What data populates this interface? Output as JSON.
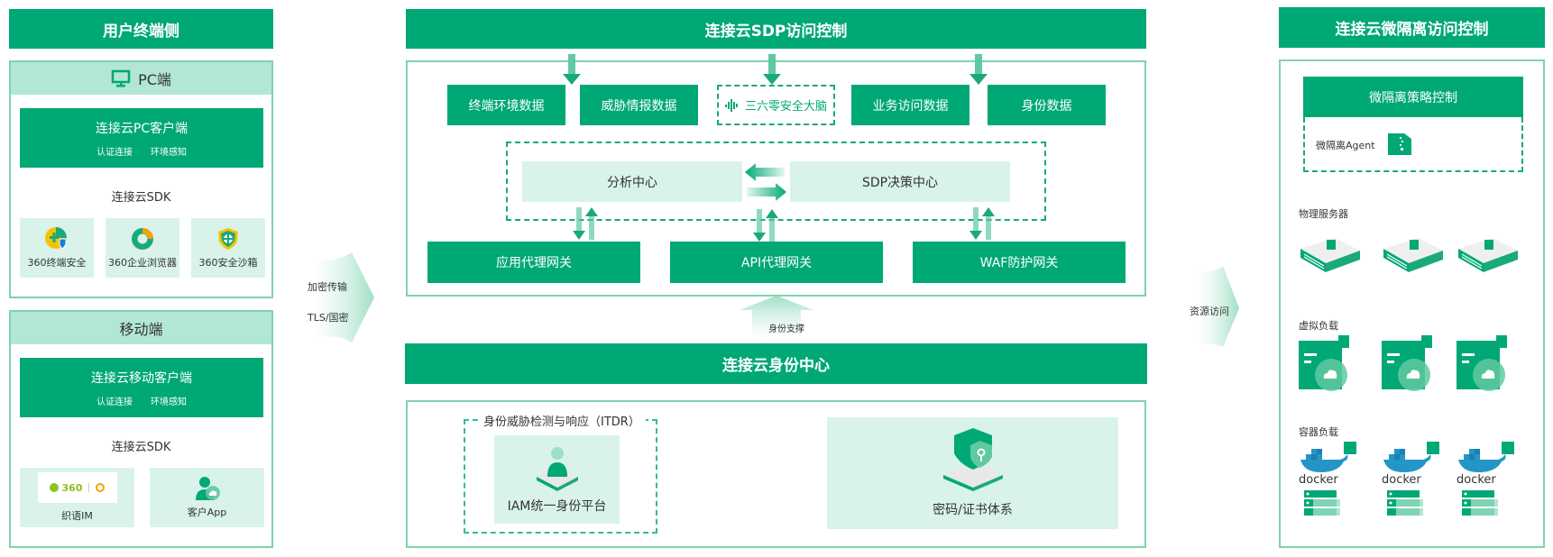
{
  "left": {
    "title": "用户终端侧",
    "pc": {
      "header": "PC端",
      "client_title": "连接云PC客户端",
      "client_features": [
        "认证连接",
        "环境感知"
      ],
      "sdk_label": "连接云SDK",
      "apps": [
        "360终端安全",
        "360企业浏览器",
        "360安全沙箱"
      ]
    },
    "mobile": {
      "header": "移动端",
      "client_title": "连接云移动客户端",
      "client_features": [
        "认证连接",
        "环境感知"
      ],
      "sdk_label": "连接云SDK",
      "apps": [
        "织语IM",
        "客户App"
      ],
      "logo_text": "360"
    }
  },
  "transport_arrow": {
    "line1": "加密传输",
    "line2": "TLS/国密"
  },
  "sdp": {
    "title": "连接云SDP访问控制",
    "data_sources": [
      "终端环境数据",
      "威胁情报数据",
      "三六零安全大脑",
      "业务访问数据",
      "身份数据"
    ],
    "analysis_center": "分析中心",
    "decision_center": "SDP决策中心",
    "gateways": [
      "应用代理网关",
      "API代理网关",
      "WAF防护网关"
    ]
  },
  "identity_arrow": {
    "label": "身份支撑"
  },
  "identity": {
    "title": "连接云身份中心",
    "itdr_label": "身份威胁检测与响应（ITDR）",
    "iam": "IAM统一身份平台",
    "pki": "密码/证书体系"
  },
  "resource_arrow": {
    "label": "资源访问"
  },
  "micro": {
    "title": "连接云微隔离访问控制",
    "policy": "微隔离策略控制",
    "agent": "微隔离Agent",
    "physical_label": "物理服务器",
    "virtual_label": "虚拟负载",
    "container_label": "容器负载",
    "docker_text": "docker"
  },
  "colors": {
    "primary": "#00a876",
    "light": "#d9f3ea",
    "subhead": "#b2e7d4",
    "border": "#7fd3ae"
  }
}
